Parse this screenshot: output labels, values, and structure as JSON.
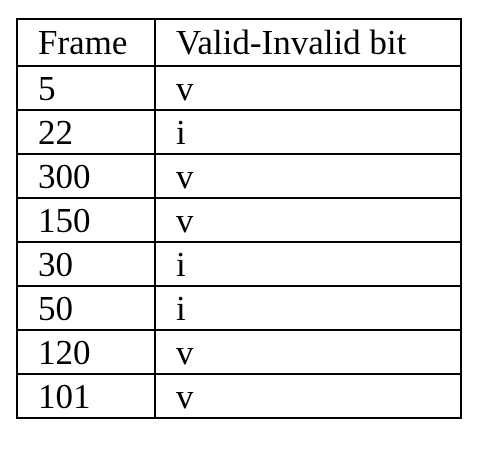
{
  "table": {
    "headers": [
      "Frame",
      "Valid-Invalid bit"
    ],
    "rows": [
      [
        "5",
        "v"
      ],
      [
        "22",
        "i"
      ],
      [
        "300",
        "v"
      ],
      [
        "150",
        "v"
      ],
      [
        "30",
        "i"
      ],
      [
        "50",
        "i"
      ],
      [
        "120",
        "v"
      ],
      [
        "101",
        "v"
      ]
    ]
  }
}
